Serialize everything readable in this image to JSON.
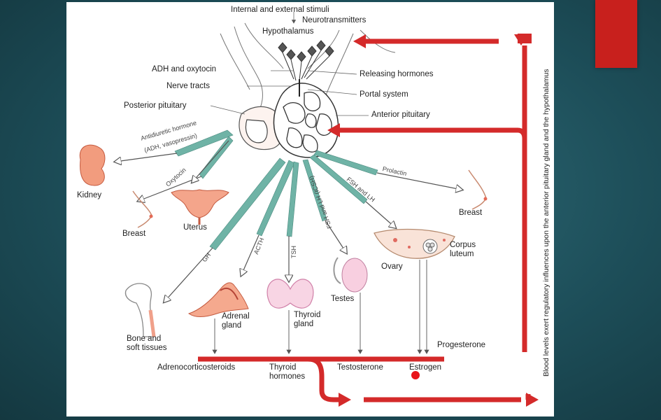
{
  "slide": {
    "accent_color": "#c8201d",
    "background_color": "#1f5560"
  },
  "diagram": {
    "top": {
      "stimuli": "Internal and external stimuli",
      "neurotransmitters": "Neurotransmitters",
      "hypothalamus": "Hypothalamus"
    },
    "left_labels": {
      "adh_oxytocin": "ADH and oxytocin",
      "nerve_tracts": "Nerve tracts",
      "posterior_pituitary": "Posterior pituitary"
    },
    "right_labels": {
      "releasing_hormones": "Releasing hormones",
      "portal_system": "Portal system",
      "anterior_pituitary": "Anterior pituitary"
    },
    "hormone_tracts": {
      "adh": "Antidiuretic hormone",
      "adh_alt": "(ADH, vasopressin)",
      "oxytocin": "Oxytocin",
      "gh": "GH",
      "acth": "ACTH",
      "tsh": "TSH",
      "fsh_lh_icsh": "FSH and LH (ICSH)",
      "fsh_lh": "FSH and LH",
      "prolactin": "Prolactin"
    },
    "targets": {
      "kidney": "Kidney",
      "breast_left": "Breast",
      "uterus": "Uterus",
      "breast_right": "Breast",
      "bone": "Bone and\nsoft tissues",
      "adrenal": "Adrenal\ngland",
      "thyroid": "Thyroid\ngland",
      "testes": "Testes",
      "ovary": "Ovary",
      "corpus_luteum": "Corpus\nluteum"
    },
    "products": {
      "adrenocorticosteroids": "Adrenocorticosteroids",
      "thyroid_hormones": "Thyroid\nhormones",
      "testosterone": "Testosterone",
      "estrogen": "Estrogen",
      "progesterone": "Progesterone"
    },
    "feedback_label": "Blood levels exert regulatory influences upon the anterior pituitary gland and the hypothalamus",
    "colors": {
      "feedback_arrow": "#d42a2a",
      "tract": "#6fb3a6",
      "organ": "#f0a08a"
    }
  }
}
